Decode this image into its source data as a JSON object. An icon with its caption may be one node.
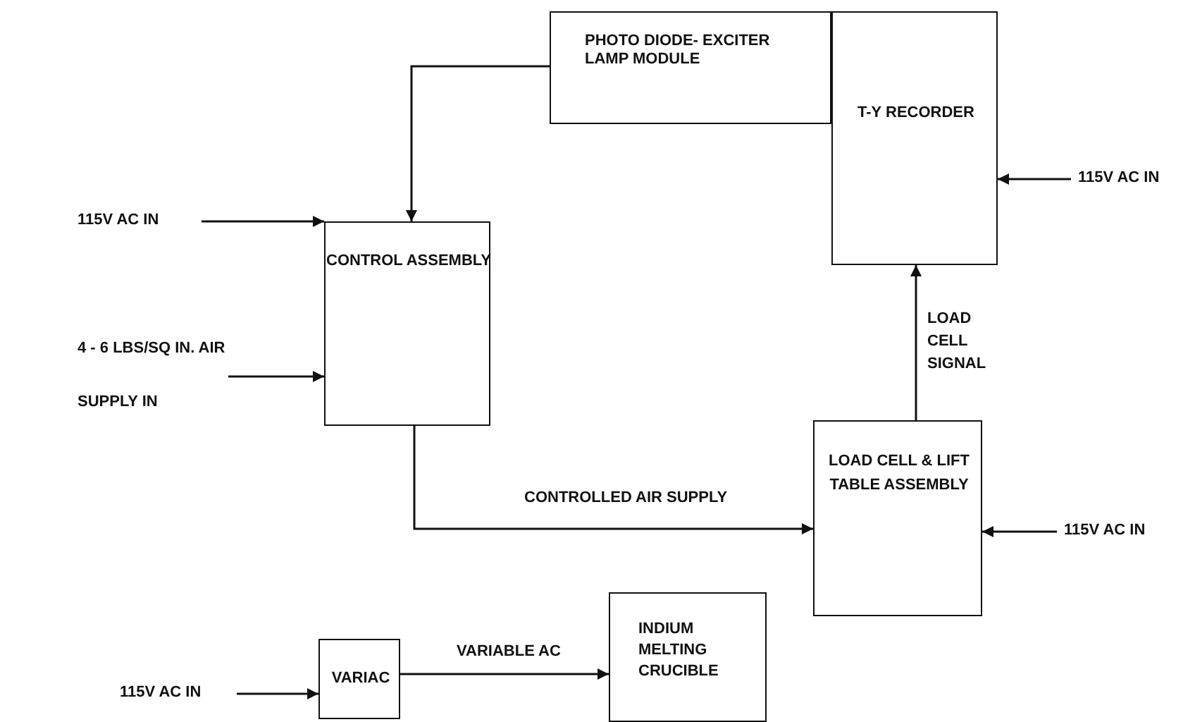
{
  "diagram": {
    "nodes": [
      {
        "text": [
          "PHOTO DIODE- EXCITER LAMP MODULE"
        ]
      },
      {
        "text": [
          "T-Y RECORDER"
        ]
      },
      {
        "text": [
          "CONTROL ASSEMBLY"
        ]
      },
      {
        "text": [
          "LOAD CELL & LIFT TABLE ASSEMBLY"
        ]
      },
      {
        "text": [
          "VARIAC"
        ]
      },
      {
        "text": [
          "INDIUM MELTING CRUCIBLE"
        ]
      },
      {
        "text": [
          "115V AC IN"
        ]
      },
      {
        "text": [
          "4 - 6 LBS/SQ IN. AIR SUPPLY IN"
        ]
      },
      {
        "text": [
          "115V AC IN"
        ]
      },
      {
        "text": [
          "115V AC IN"
        ]
      },
      {
        "text": [
          "115V AC IN"
        ]
      }
    ],
    "edges": [
      {
        "from": 0,
        "to": 2,
        "arrow": "to"
      },
      {
        "from": 6,
        "to": 2,
        "arrow": "to"
      },
      {
        "from": 7,
        "to": 2,
        "arrow": "to"
      },
      {
        "from": 8,
        "to": 1,
        "arrow": "to"
      },
      {
        "from": 3,
        "to": 1,
        "arrow": "to",
        "label": "LOAD CELL SIGNAL"
      },
      {
        "from": 2,
        "to": 3,
        "arrow": "to",
        "label": "CONTROLLED AIR SUPPLY"
      },
      {
        "from": 9,
        "to": 3,
        "arrow": "to"
      },
      {
        "from": 10,
        "to": 4,
        "arrow": "to"
      },
      {
        "from": 4,
        "to": 5,
        "arrow": "to",
        "label": "VARIABLE AC"
      }
    ]
  }
}
